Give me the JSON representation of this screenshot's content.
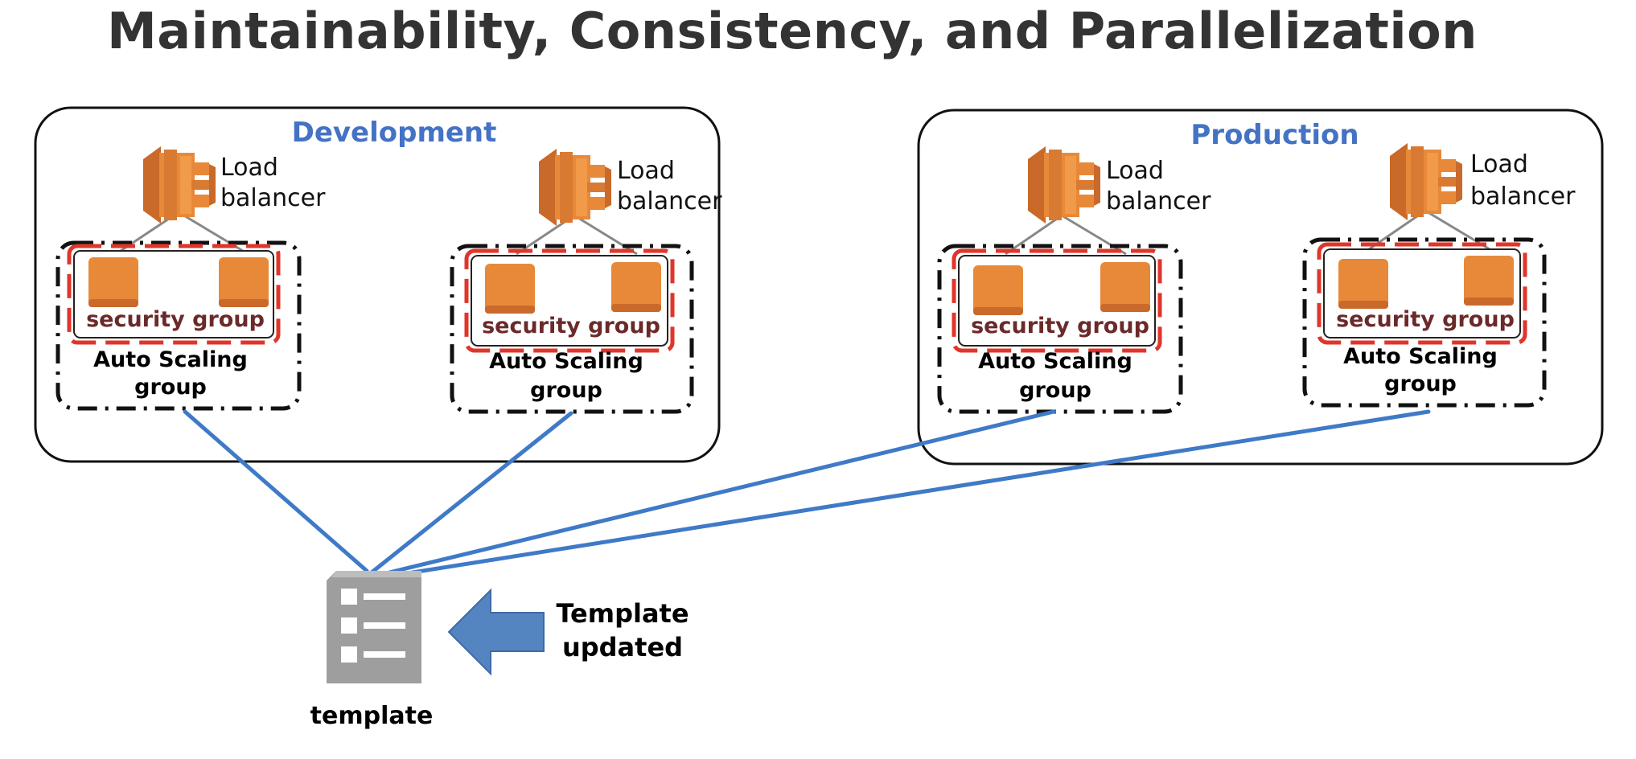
{
  "title": "Maintainability, Consistency, and Parallelization",
  "environments": [
    {
      "label": "Development",
      "groups": [
        {
          "lb_line1": "Load",
          "lb_line2": "balancer",
          "sg": "security group",
          "asg_line1": "Auto Scaling",
          "asg_line2": "group"
        },
        {
          "lb_line1": "Load",
          "lb_line2": "balancer",
          "sg": "security group",
          "asg_line1": "Auto Scaling",
          "asg_line2": "group"
        }
      ]
    },
    {
      "label": "Production",
      "groups": [
        {
          "lb_line1": "Load",
          "lb_line2": "balancer",
          "sg": "security group",
          "asg_line1": "Auto Scaling",
          "asg_line2": "group"
        },
        {
          "lb_line1": "Load",
          "lb_line2": "balancer",
          "sg": "security group",
          "asg_line1": "Auto Scaling",
          "asg_line2": "group"
        }
      ]
    }
  ],
  "template": {
    "label": "template",
    "icon": "template-document-icon",
    "update_line1": "Template",
    "update_line2": "updated",
    "arrow_icon": "left-arrow-icon"
  },
  "colors": {
    "title": "#333333",
    "env_label": "#4472c4",
    "orange": "#e8893a",
    "security_group_border": "#e0352b",
    "security_group_text": "#6b2a2a",
    "connector": "#3f7ac8",
    "arrow_fill": "#5585c0"
  }
}
